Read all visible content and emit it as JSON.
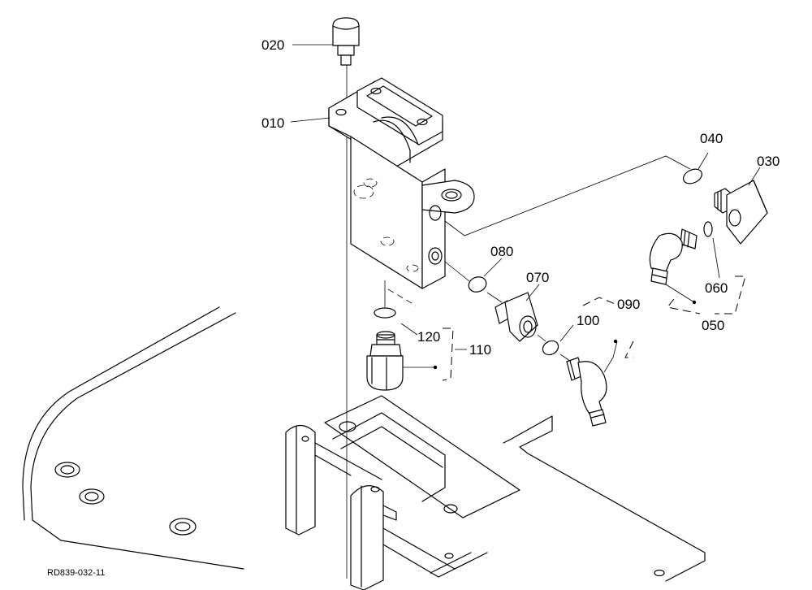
{
  "diagram": {
    "labels": {
      "p010": "010",
      "p020": "020",
      "p030": "030",
      "p040": "040",
      "p050": "050",
      "p060": "060",
      "p070": "070",
      "p080": "080",
      "p090": "090",
      "p100": "100",
      "p110": "110",
      "p120": "120"
    },
    "reference_code": "RD839-032-11"
  }
}
